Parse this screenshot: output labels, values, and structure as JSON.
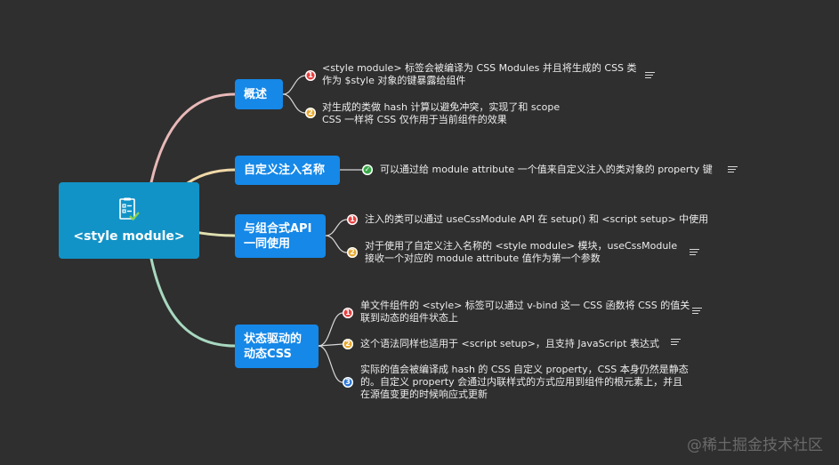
{
  "root": {
    "label": "<style module>",
    "icon": "checklist-document-icon"
  },
  "branches": [
    {
      "label": "概述",
      "items": [
        {
          "badge": "1",
          "lines": [
            "<style module> 标签会被编译为 CSS Modules 并且将生成的 CSS 类",
            "作为 $style 对象的键暴露给组件"
          ]
        },
        {
          "badge": "2",
          "lines": [
            "对生成的类做 hash 计算以避免冲突，实现了和 scope",
            "CSS 一样将 CSS 仅作用于当前组件的效果"
          ]
        }
      ]
    },
    {
      "label": "自定义注入名称",
      "items": [
        {
          "badge": "check",
          "lines": [
            "可以通过给 module attribute 一个值来自定义注入的类对象的 property 键"
          ]
        }
      ]
    },
    {
      "label": "与组合式API一同使用",
      "items": [
        {
          "badge": "1",
          "lines": [
            "注入的类可以通过 useCssModule API 在 setup() 和 <script setup> 中使用"
          ]
        },
        {
          "badge": "2",
          "lines": [
            "对于使用了自定义注入名称的 <style module> 模块，useCssModule",
            "接收一个对应的 module attribute 值作为第一个参数"
          ]
        }
      ]
    },
    {
      "label": "状态驱动的动态CSS",
      "items": [
        {
          "badge": "1",
          "lines": [
            "单文件组件的 <style> 标签可以通过 v-bind 这一 CSS 函数将 CSS 的值关",
            "联到动态的组件状态上"
          ]
        },
        {
          "badge": "2",
          "lines": [
            "这个语法同样也适用于 <script setup>，且支持 JavaScript 表达式"
          ]
        },
        {
          "badge": "3",
          "lines": [
            "实际的值会被编译成 hash 的 CSS 自定义 property，CSS 本身仍然是静态",
            "的。自定义 property 会通过内联样式的方式应用到组件的根元素上，并且",
            "在源值变更的时候响应式更新"
          ]
        }
      ]
    }
  ],
  "watermark": "@稀土掘金技术社区",
  "colors": {
    "background": "#2f2f2f",
    "root": "#1293c7",
    "topic": "#1588e8",
    "curve_branch1": "#e8b8b8",
    "curve_branch2": "#f0d8a8",
    "curve_branch3": "#e0e0b0",
    "curve_branch4": "#a8d8c0",
    "connector": "#d8d8d8"
  }
}
